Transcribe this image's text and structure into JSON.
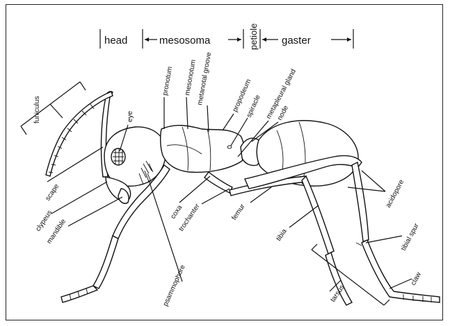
{
  "regions": {
    "head": "head",
    "mesosoma": "mesosoma",
    "petiole": "petiole",
    "gaster": "gaster"
  },
  "labels": {
    "funiculus": "funiculus",
    "eye": "eye",
    "scape": "scape",
    "pronotum": "pronotum",
    "mesonotum": "mesonotum",
    "metanotal_groove": "metanotal groove",
    "propodeum": "propodeum",
    "spiracle": "spiracle",
    "metapleural_gland": "metapleural gland",
    "node": "node",
    "clypeus": "clypeus",
    "mandible": "mandible",
    "coxa": "coxa",
    "trochanter": "trochanter",
    "femur": "femur",
    "acidopore": "acidopore",
    "tibia": "tibia",
    "tibial_spur": "tibial spur",
    "claw": "claw",
    "tarsus": "tarsus",
    "psammophore": "psammophore"
  },
  "colors": {
    "ink": "#111111",
    "paper": "#ffffff"
  }
}
